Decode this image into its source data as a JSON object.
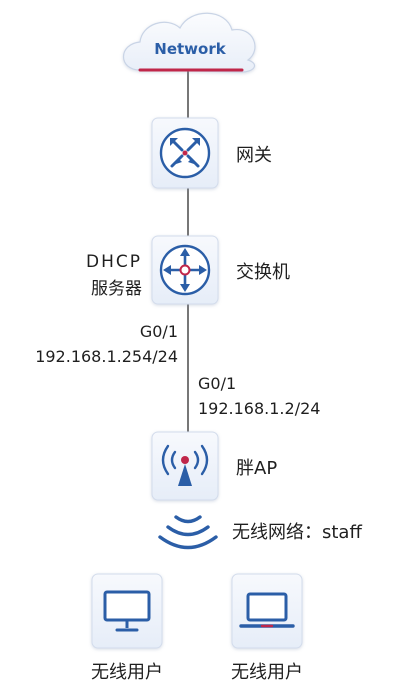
{
  "cloud": {
    "label": "Network"
  },
  "gateway": {
    "label": "网关"
  },
  "switch": {
    "label": "交换机",
    "role_line1": "DHCP",
    "role_line2": "服务器"
  },
  "switch_port": {
    "port": "G0/1",
    "ip": "192.168.1.254/24"
  },
  "ap_port": {
    "port": "G0/1",
    "ip": "192.168.1.2/24"
  },
  "ap": {
    "label": "胖AP"
  },
  "wireless": {
    "label": "无线网络：staff"
  },
  "clients": [
    {
      "label": "无线用户",
      "device": "desktop-monitor"
    },
    {
      "label": "无线用户",
      "device": "laptop"
    }
  ],
  "colors": {
    "icon_blue": "#2b5ea7",
    "tile_bg": "#eef3fb",
    "line": "#555555",
    "accent_red": "#c0264a"
  }
}
